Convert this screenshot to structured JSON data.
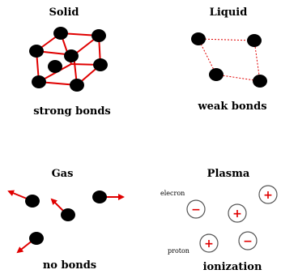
{
  "solid": {
    "title": "Solid",
    "caption": "strong bonds"
  },
  "liquid": {
    "title": "Liquid",
    "caption": "weak bonds"
  },
  "gas": {
    "title": "Gas",
    "caption": "no bonds"
  },
  "plasma": {
    "title": "Plasma",
    "caption": "ionization",
    "electron_label": "elecron",
    "proton_label": "proton",
    "minus_symbol": "−",
    "plus_symbol": "+"
  },
  "colors": {
    "particle": "#000000",
    "bond": "#e00000",
    "charge": "#e00000"
  }
}
